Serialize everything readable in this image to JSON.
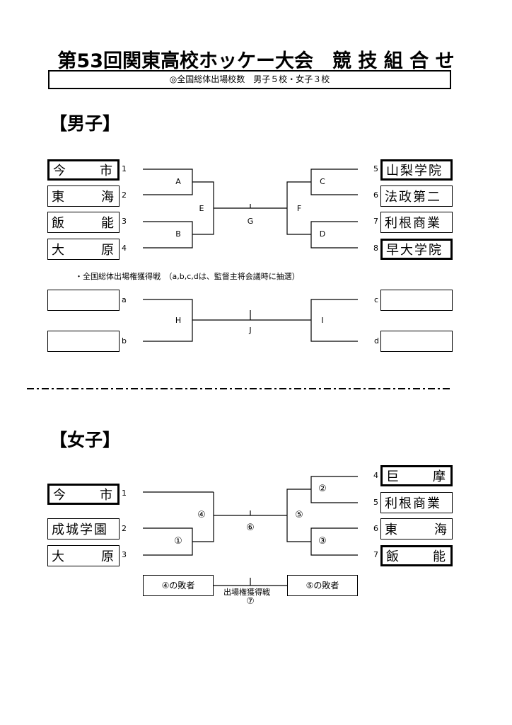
{
  "title": "第53回関東高校ホッケー大会　競 技 組 合 せ",
  "subtitle": "◎全国総体出場校数　男子５校・女子３校",
  "boys": {
    "heading": "【男子】",
    "left_teams": [
      {
        "a": "今",
        "b": "市",
        "seed": "1"
      },
      {
        "a": "東",
        "b": "海",
        "seed": "2"
      },
      {
        "a": "飯",
        "b": "能",
        "seed": "3"
      },
      {
        "a": "大",
        "b": "原",
        "seed": "4"
      }
    ],
    "right_teams": [
      {
        "name": "山梨学院",
        "seed": "5"
      },
      {
        "name": "法政第二",
        "seed": "6"
      },
      {
        "name": "利根商業",
        "seed": "7"
      },
      {
        "name": "早大学院",
        "seed": "8"
      }
    ],
    "match_labels": {
      "A": "A",
      "B": "B",
      "C": "C",
      "D": "D",
      "E": "E",
      "F": "F",
      "G": "G",
      "H": "H",
      "I": "I",
      "J": "J"
    },
    "note": "・全国総体出場権獲得戦　（a,b,c,dは、監督主将会議時に抽選）",
    "slot_labels": {
      "a": "a",
      "b": "b",
      "c": "c",
      "d": "d"
    }
  },
  "girls": {
    "heading": "【女子】",
    "left_teams": [
      {
        "a": "今",
        "b": "市",
        "seed": "1"
      },
      {
        "name": "成城学園",
        "seed": "2"
      },
      {
        "a": "大",
        "b": "原",
        "seed": "3"
      }
    ],
    "right_teams": [
      {
        "a": "巨",
        "b": "摩",
        "seed": "4"
      },
      {
        "name": "利根商業",
        "seed": "5"
      },
      {
        "a": "東",
        "b": "海",
        "seed": "6"
      },
      {
        "a": "飯",
        "b": "能",
        "seed": "7"
      }
    ],
    "match_labels": {
      "m1": "①",
      "m2": "②",
      "m3": "③",
      "m4": "④",
      "m5": "⑤",
      "m6": "⑥",
      "m7": "⑦"
    },
    "loser_left": "④の敗者",
    "loser_right": "⑤の敗者",
    "playoff_label": "出場権獲得戦"
  }
}
